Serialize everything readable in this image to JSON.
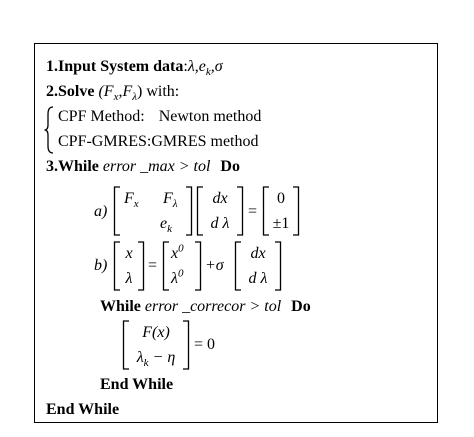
{
  "step1": {
    "label": "1.Input System data",
    "colon": ":",
    "vars": "λ,e",
    "vars_sub": "k",
    "vars_end": ",σ"
  },
  "step2": {
    "label": "2.Solve",
    "open": "(F",
    "fx_sub": "x",
    "comma": ",F",
    "fl_sub": "λ",
    "close": ")",
    "with": "with:",
    "opt1_name": "CPF Method:",
    "opt1_method": "Newton method",
    "opt2_name": "CPF-GMRES:",
    "opt2_method": "GMRES method"
  },
  "step3": {
    "label": "3.While",
    "cond": "error _max > tol",
    "do": "Do"
  },
  "eq_a": {
    "prefix": "a)",
    "m11": "F",
    "m11_sub": "x",
    "m12": "F",
    "m12_sub": "λ",
    "m22": "e",
    "m22_sub": "k",
    "v1": "dx",
    "v2": "d λ",
    "r1": "0",
    "r2": "±1",
    "eq": "="
  },
  "eq_b": {
    "prefix": "b)",
    "l1": "x",
    "l2": "λ",
    "eq": "=",
    "m1": "x",
    "m1_sup": "0",
    "m2": "λ",
    "m2_sup": "0",
    "plus": "+σ",
    "r1": "dx",
    "r2": "d λ"
  },
  "inner_while": {
    "label": "While",
    "cond": "error _correcor > tol",
    "do": "Do"
  },
  "eq_c": {
    "r1": "F(x)",
    "r2": "λ",
    "r2_sub": "k",
    "r2_end": " − η",
    "eq": "= 0"
  },
  "end_inner": "End While",
  "end_outer": "End While"
}
